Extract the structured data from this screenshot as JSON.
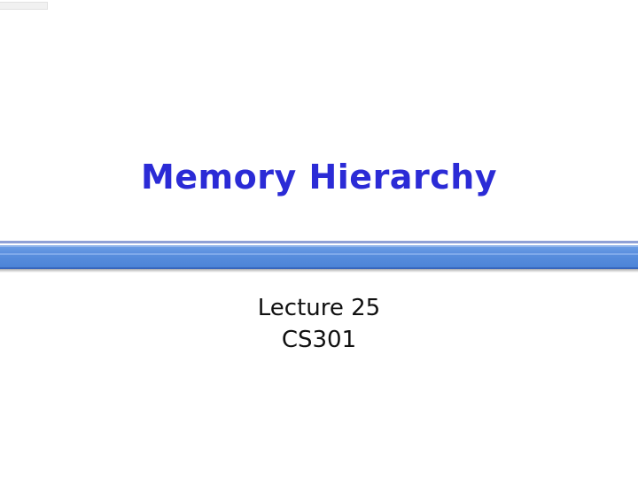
{
  "slide": {
    "title": "Memory Hierarchy",
    "subtitle_lines": [
      "Lecture 25",
      "CS301"
    ]
  },
  "colors": {
    "title": "#2b2bd6",
    "band": "#5a8fde",
    "text": "#111111",
    "background": "#ffffff"
  }
}
